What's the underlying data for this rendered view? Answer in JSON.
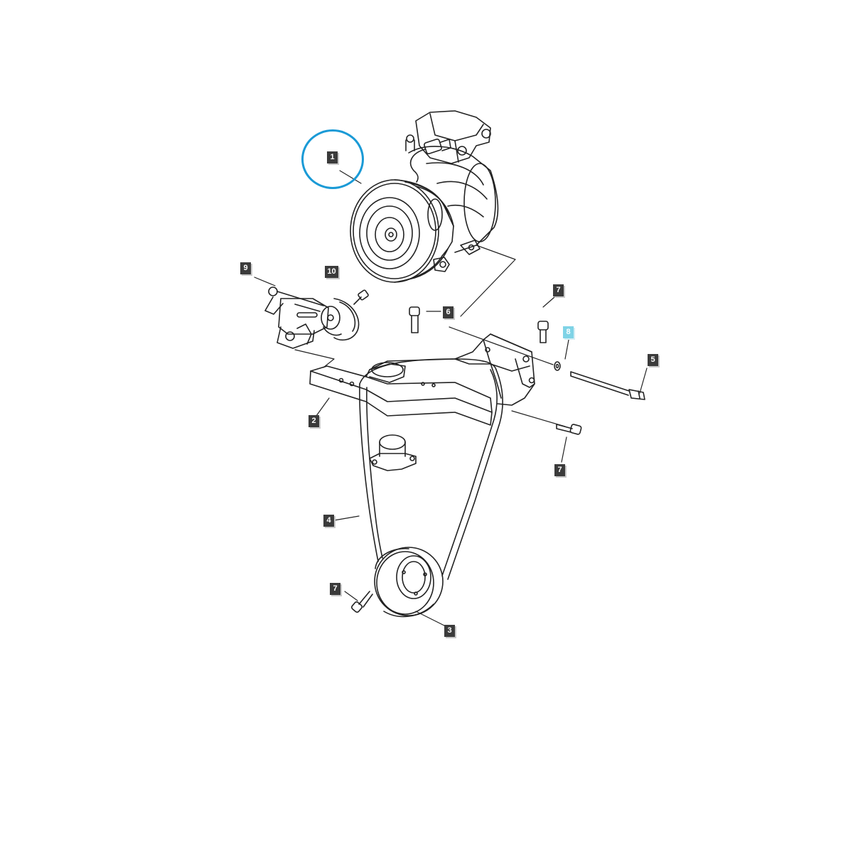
{
  "diagram": {
    "highlight_color": "#1a9ad6",
    "selected_color": "#7fd3e6",
    "circled_part": "1",
    "selected_part": "8",
    "callouts": [
      {
        "id": "c1",
        "label": "1"
      },
      {
        "id": "c9",
        "label": "9"
      },
      {
        "id": "c10",
        "label": "10"
      },
      {
        "id": "c6",
        "label": "6"
      },
      {
        "id": "c7a",
        "label": "7"
      },
      {
        "id": "c8",
        "label": "8"
      },
      {
        "id": "c5",
        "label": "5"
      },
      {
        "id": "c2",
        "label": "2"
      },
      {
        "id": "c7b",
        "label": "7"
      },
      {
        "id": "c4",
        "label": "4"
      },
      {
        "id": "c7c",
        "label": "7"
      },
      {
        "id": "c3",
        "label": "3"
      }
    ]
  }
}
